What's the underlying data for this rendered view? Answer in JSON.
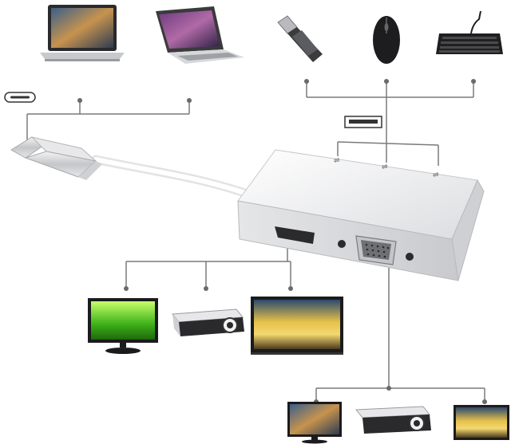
{
  "diagram": {
    "line_color": "#7a7a7a",
    "hub_color": "#e9eaec",
    "port_labels": [
      "USB",
      "USB",
      "USB"
    ],
    "host_devices": [
      {
        "name": "laptop-dark",
        "icon": "laptop-icon"
      },
      {
        "name": "macbook",
        "icon": "laptop-icon"
      }
    ],
    "usb_devices": [
      {
        "name": "usb-flash-drive",
        "icon": "usb-drive-icon"
      },
      {
        "name": "mouse",
        "icon": "mouse-icon"
      },
      {
        "name": "keyboard",
        "icon": "keyboard-icon"
      }
    ],
    "hdmi_devices": [
      {
        "name": "monitor",
        "icon": "monitor-icon"
      },
      {
        "name": "projector",
        "icon": "projector-icon"
      },
      {
        "name": "tv",
        "icon": "tv-icon"
      }
    ],
    "vga_devices": [
      {
        "name": "monitor",
        "icon": "monitor-icon"
      },
      {
        "name": "projector",
        "icon": "projector-icon"
      },
      {
        "name": "tv",
        "icon": "tv-icon"
      }
    ]
  }
}
